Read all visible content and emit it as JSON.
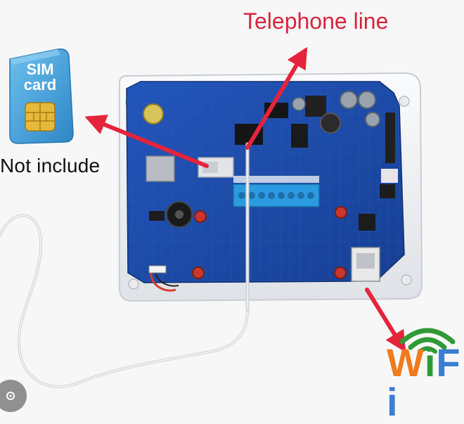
{
  "labels": {
    "telephone_line": "Telephone line",
    "sim_card_line1": "SIM",
    "sim_card_line2": "card",
    "not_include": "Not include",
    "wifi": "WiFi"
  },
  "colors": {
    "arrow": "#e5243b",
    "board": "#1f4fb0",
    "board_dark": "#163c8c",
    "casing": "#f2f3f5",
    "sim_card": "#4aa8e0",
    "chip": "#e6b93c",
    "wifi_orange": "#f07b1d",
    "wifi_green": "#2f9a36",
    "wifi_blue": "#3a7fd1"
  },
  "icons": [
    "sim-card-icon",
    "wifi-signal-icon",
    "lens-icon"
  ]
}
